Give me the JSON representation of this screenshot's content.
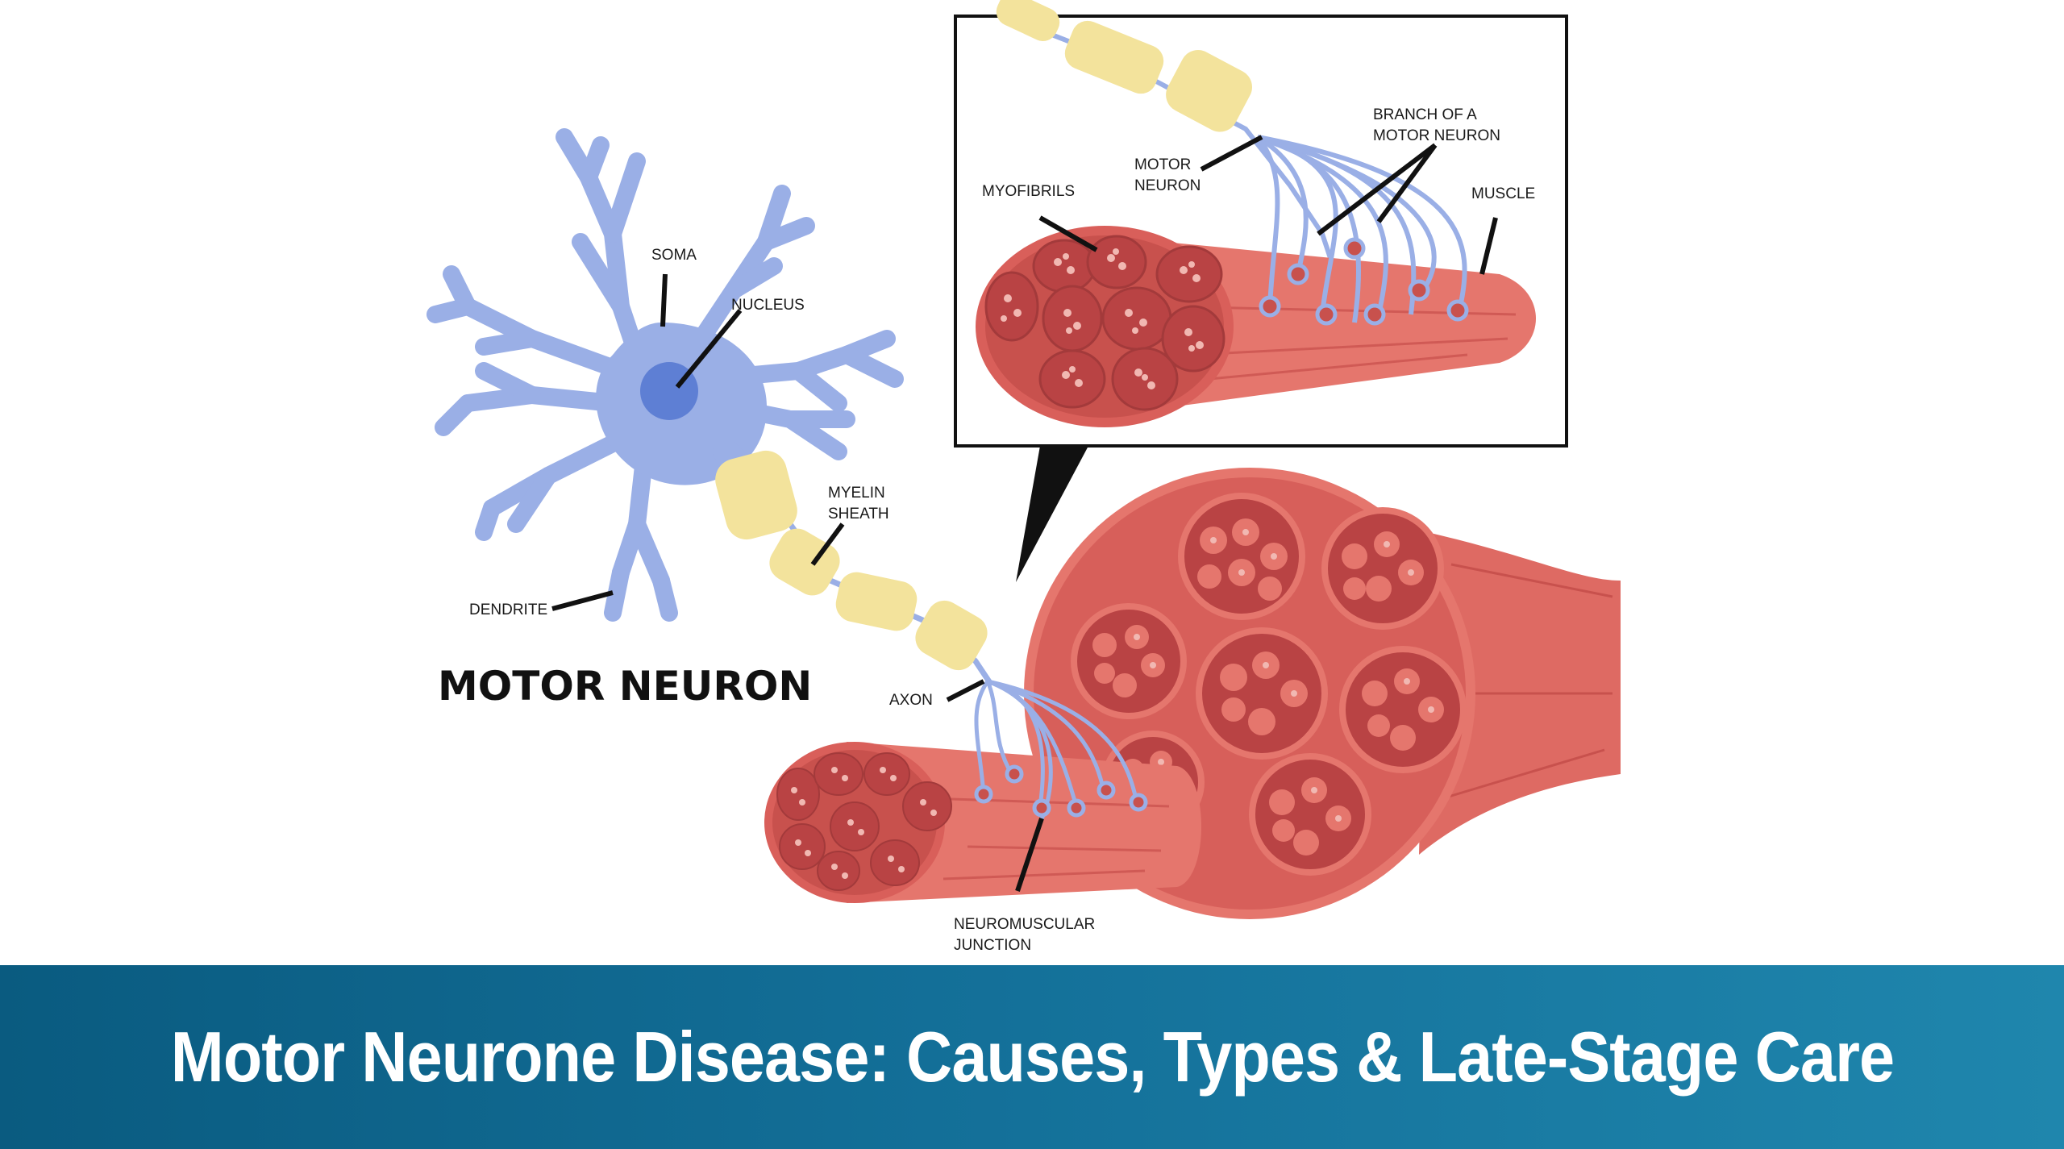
{
  "labels": {
    "soma": "SOMA",
    "nucleus": "NUCLEUS",
    "dendrite": "DENDRITE",
    "myelin_sheath": [
      "MYELIN",
      "SHEATH"
    ],
    "axon": "AXON",
    "neuromuscular_junction": [
      "NEUROMUSCULAR",
      "JUNCTION"
    ],
    "myofibrils": "MYOFIBRILS",
    "motor_neuron": [
      "MOTOR",
      "NEURON"
    ],
    "branch_of_motor_neuron": [
      "BRANCH OF A",
      "MOTOR NEURON"
    ],
    "muscle": "MUSCLE"
  },
  "diagram_title": "MOTOR NEURON",
  "banner_title": "Motor Neurone Disease: Causes, Types & Late-Stage Care",
  "colors": {
    "neuron": "#9aafe6",
    "nucleus": "#5e7fd4",
    "myelin": "#f3e39c",
    "muscle": "#e5766d",
    "muscle_dark": "#c8514d",
    "fascicle": "#b94344",
    "fiber_dot": "#f1b8b2",
    "banner_start": "#0a5b80",
    "banner_end": "#1f86ad"
  }
}
